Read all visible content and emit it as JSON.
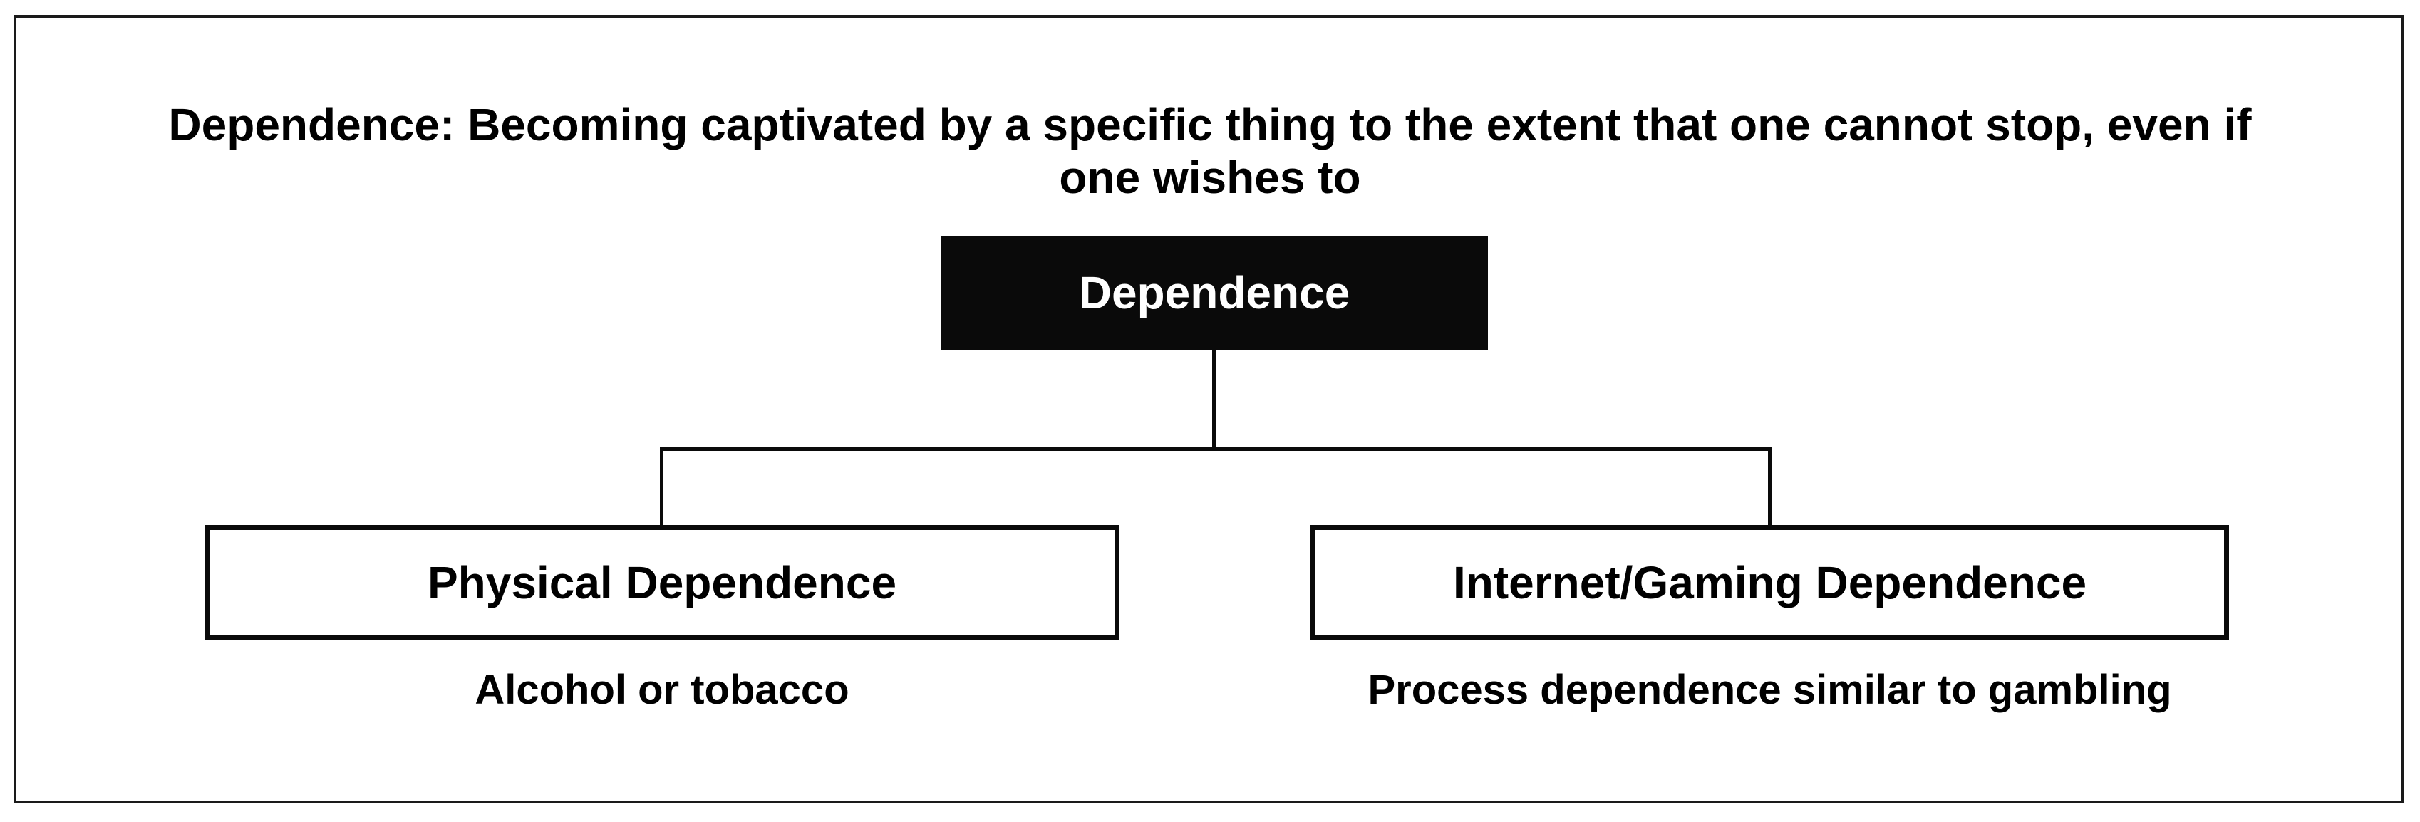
{
  "diagram": {
    "type": "hierarchy",
    "title_line1": "Dependence: Becoming captivated by a specific thing to the extent that one cannot stop, even if",
    "title_line2": "one wishes to",
    "root": {
      "label": "Dependence"
    },
    "children": [
      {
        "label": "Physical Dependence",
        "caption": "Alcohol or tobacco"
      },
      {
        "label": "Internet/Gaming Dependence",
        "caption": "Process dependence similar to gambling"
      }
    ],
    "colors": {
      "background": "#ffffff",
      "frame_border": "#1a1a1a",
      "root_box_fill": "#0a0a0a",
      "root_box_text": "#ffffff",
      "child_box_border": "#0a0a0a",
      "connector_line": "#0a0a0a",
      "text": "#000000"
    }
  }
}
